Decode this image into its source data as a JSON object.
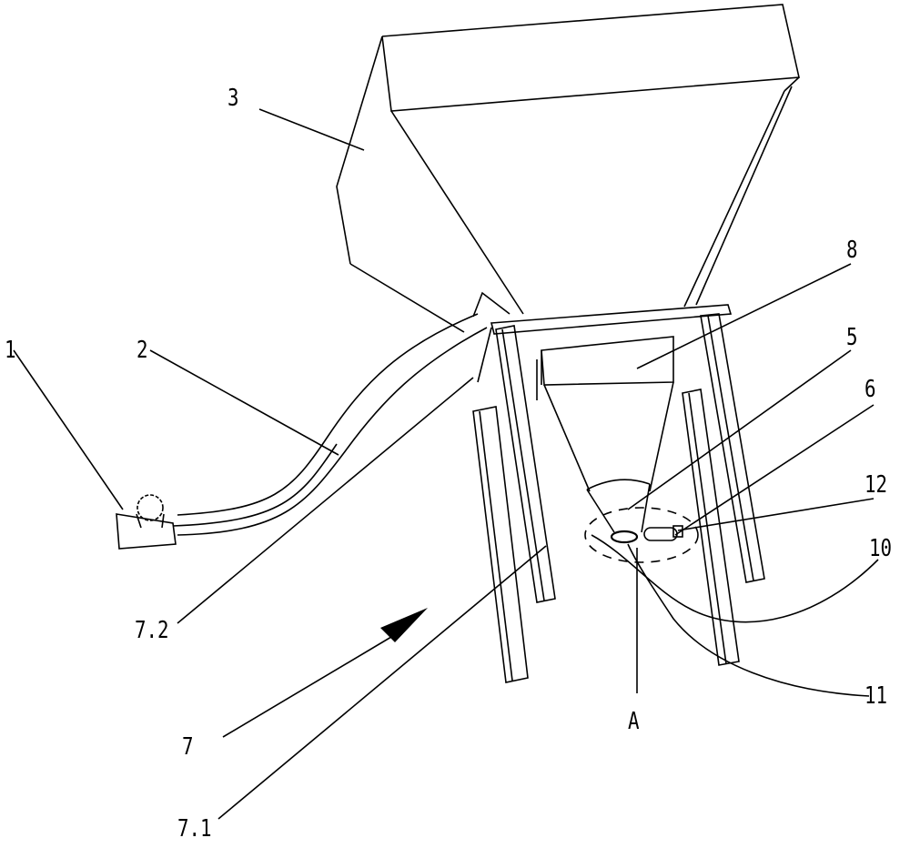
{
  "labels": {
    "l3": "3",
    "l8": "8",
    "l5": "5",
    "l6": "6",
    "l12": "12",
    "l10": "10",
    "l11": "11",
    "lA": "A",
    "l1": "1",
    "l2": "2",
    "l72": "7.2",
    "l7": "7",
    "l71": "7.1"
  }
}
